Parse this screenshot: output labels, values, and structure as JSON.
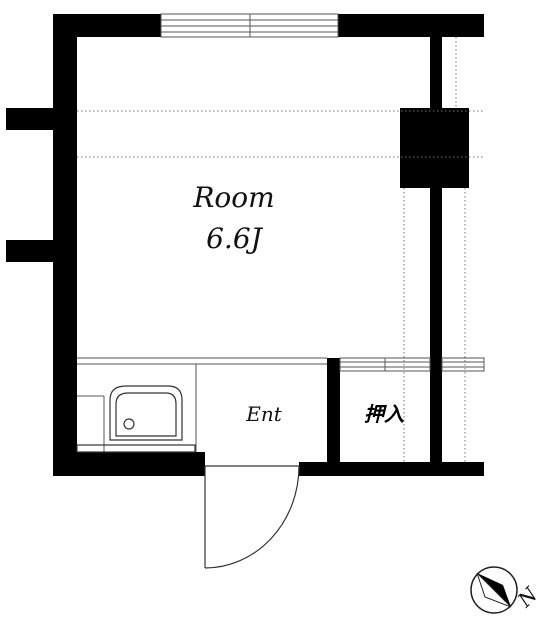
{
  "rooms": {
    "main": {
      "name": "Room",
      "size": "6.6J"
    },
    "entrance": {
      "name": "Ent"
    },
    "closet": {
      "name": "押入"
    }
  },
  "compass": {
    "label": "N"
  },
  "colors": {
    "wall": "#000000",
    "line": "#555555",
    "background": "#ffffff"
  }
}
